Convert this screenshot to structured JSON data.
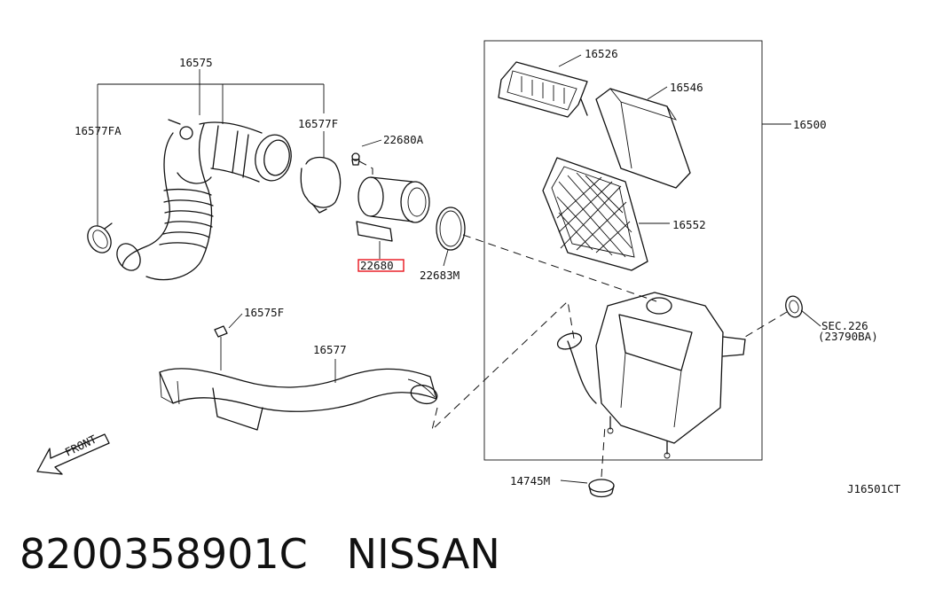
{
  "diagram": {
    "callouts": {
      "c16575": "16575",
      "c16577FA": "16577FA",
      "c16577F": "16577F",
      "c22680A": "22680A",
      "c22680": "22680",
      "c22683M": "22683M",
      "c16526": "16526",
      "c16546": "16546",
      "c16500": "16500",
      "c16552": "16552",
      "c16575F": "16575F",
      "c16577": "16577",
      "sec226": "SEC.226",
      "sec226_sub": "(23790BA)",
      "c14745M": "14745M",
      "front": "FRONT",
      "drawing_code": "J16501CT"
    },
    "highlight": {
      "part": "22680",
      "color": "#e8141c"
    }
  },
  "footer": {
    "part_number": "8200358901C",
    "brand": "NISSAN"
  }
}
